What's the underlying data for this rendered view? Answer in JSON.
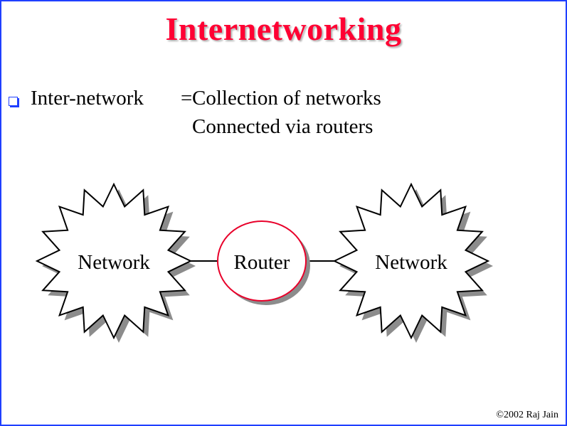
{
  "slide": {
    "title": "Internetworking",
    "bullets": [
      {
        "term": "Inter-network",
        "separator": "=",
        "definition_lines": [
          "Collection of networks",
          "Connected via routers"
        ]
      }
    ],
    "footer": "©2002 Raj Jain"
  },
  "diagram": {
    "nodes": [
      {
        "id": "network-left",
        "shape": "starburst",
        "label": "Network"
      },
      {
        "id": "router",
        "shape": "ellipse",
        "label": "Router"
      },
      {
        "id": "network-right",
        "shape": "starburst",
        "label": "Network"
      }
    ],
    "edges": [
      {
        "from": "network-left",
        "to": "router"
      },
      {
        "from": "router",
        "to": "network-right"
      }
    ]
  },
  "colors": {
    "title": "#ff0033",
    "border": "#1f3fff",
    "router_outline": "#e8002a",
    "shadow": "#8c8c8c"
  }
}
